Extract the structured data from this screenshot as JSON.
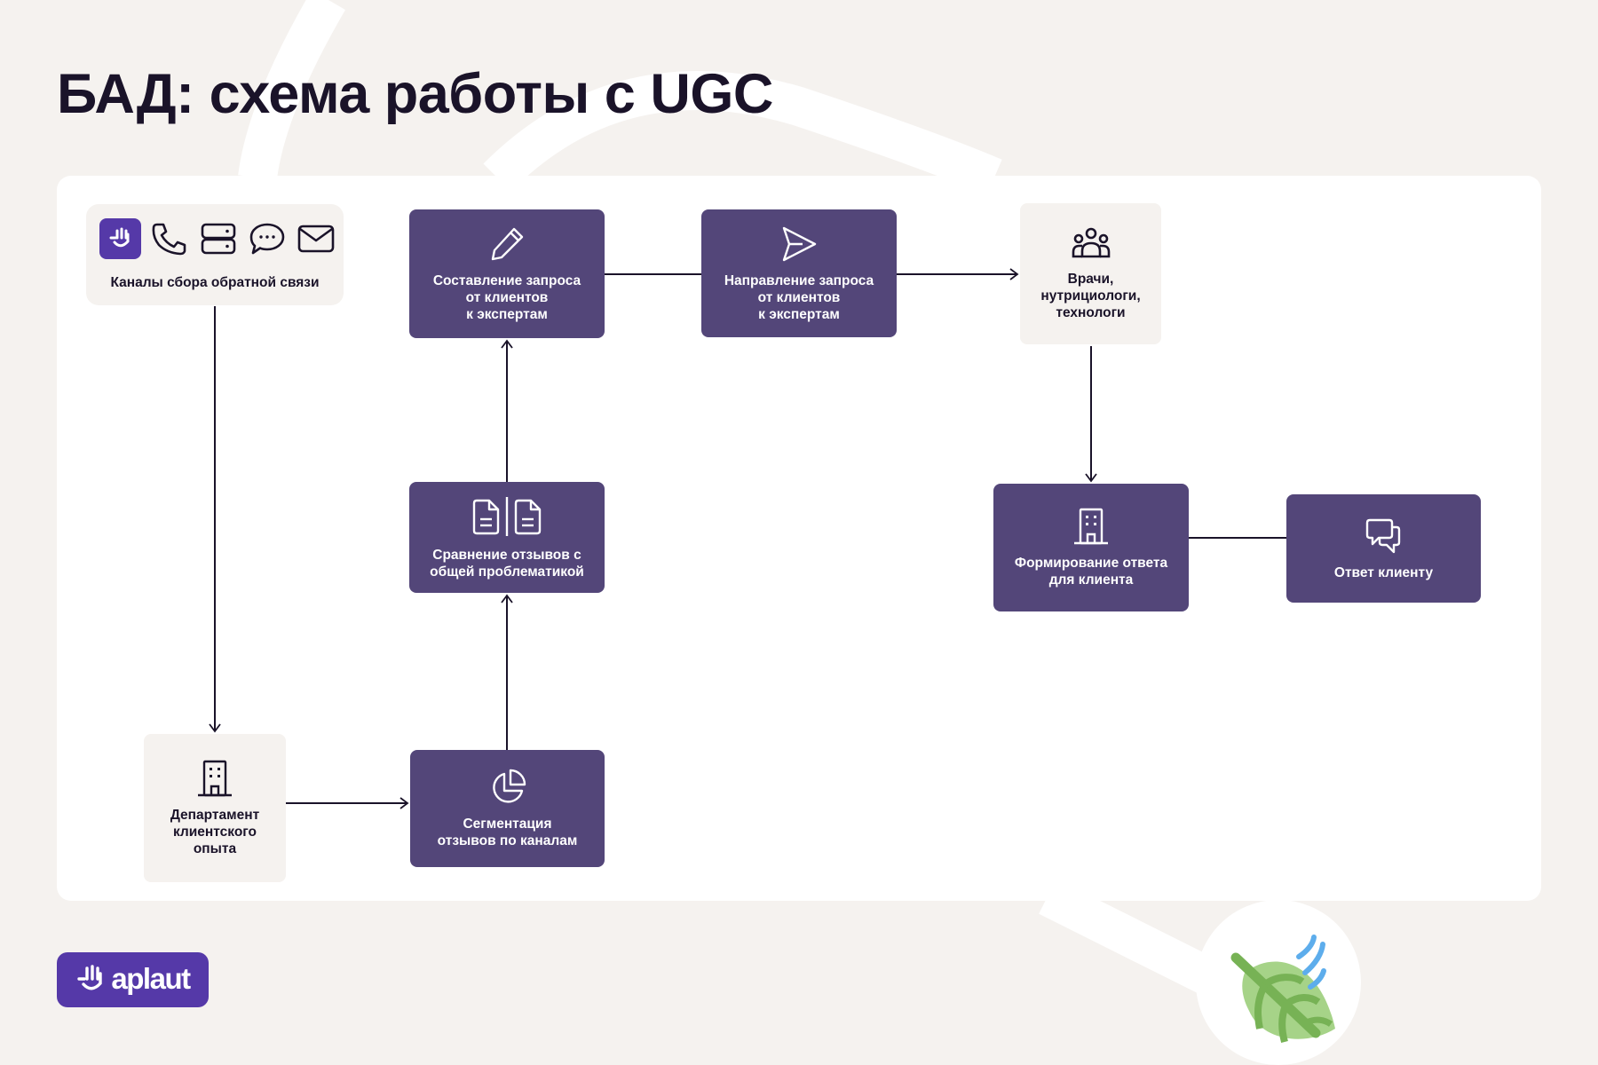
{
  "title": "БАД: схема работы с UGC",
  "colors": {
    "background": "#F5F2EF",
    "panel": "#FFFFFF",
    "node_dark": "#534679",
    "node_light": "#F5F2EF",
    "brand": "#5539A8",
    "text_dark": "#1A1329",
    "leaf_light": "#A6D388",
    "leaf_dark": "#77B255",
    "wind": "#5DADEC"
  },
  "channels": {
    "label": "Каналы сбора обратной связи",
    "icons": [
      "aplaut-icon",
      "phone-icon",
      "server-icon",
      "chat-bubble-icon",
      "mail-icon"
    ]
  },
  "nodes": {
    "compose_request": {
      "label": "Составление запроса\nот клиентов\nк экспертам",
      "icon": "pencil-icon"
    },
    "send_request": {
      "label": "Направление запроса\nот клиентов\nк экспертам",
      "icon": "send-icon"
    },
    "experts": {
      "label": "Врачи,\nнутрициологи,\nтехнологи",
      "icon": "users-icon"
    },
    "compare_reviews": {
      "label": "Сравнение отзывов с\nобщей проблематикой",
      "icon": "documents-compare-icon"
    },
    "form_answer": {
      "label": "Формирование ответа\nдля клиента",
      "icon": "building-icon"
    },
    "answer_client": {
      "label": "Ответ клиенту",
      "icon": "chat-bubbles-icon"
    },
    "cx_department": {
      "label": "Департамент\nклиентского\nопыта",
      "icon": "building-icon"
    },
    "segmentation": {
      "label": "Сегментация\nотзывов по каналам",
      "icon": "pie-chart-icon"
    }
  },
  "edges": [
    {
      "from": "channels",
      "to": "cx_department",
      "arrow": true
    },
    {
      "from": "cx_department",
      "to": "segmentation",
      "arrow": true
    },
    {
      "from": "segmentation",
      "to": "compare_reviews",
      "arrow": true
    },
    {
      "from": "compare_reviews",
      "to": "compose_request",
      "arrow": true
    },
    {
      "from": "compose_request",
      "to": "send_request",
      "arrow": false
    },
    {
      "from": "send_request",
      "to": "experts",
      "arrow": true
    },
    {
      "from": "experts",
      "to": "form_answer",
      "arrow": true
    },
    {
      "from": "form_answer",
      "to": "answer_client",
      "arrow": false
    }
  ],
  "logo": {
    "text": "aplaut"
  },
  "decoration": {
    "icon": "leaf-fluttering-in-wind-icon"
  }
}
